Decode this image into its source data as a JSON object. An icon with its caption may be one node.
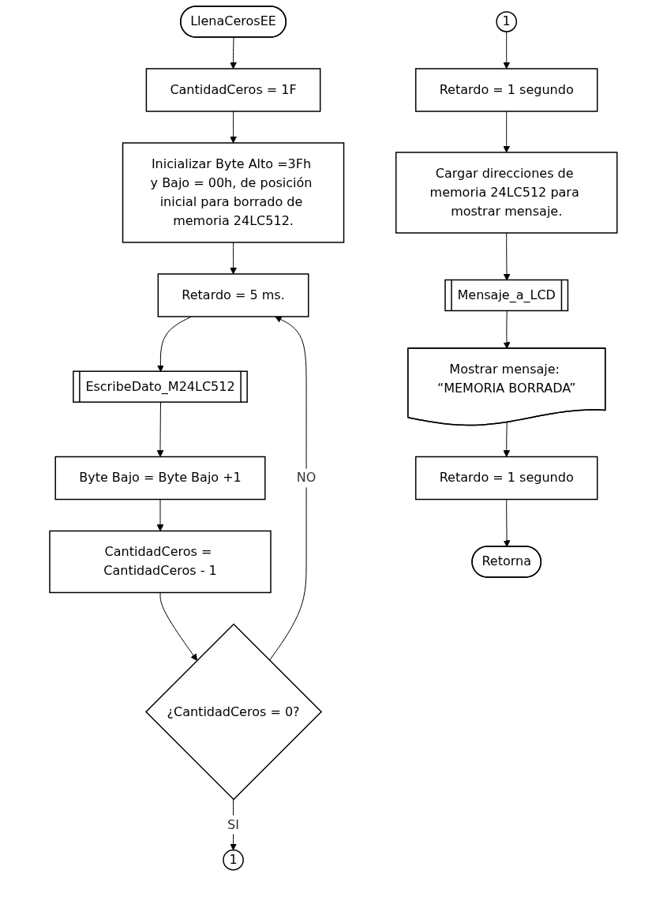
{
  "diagram": {
    "nodes": [
      {
        "text": [
          "LlenaCerosEE"
        ]
      },
      {
        "text": [
          "CantidadCeros = 1F"
        ]
      },
      {
        "text": [
          "Inicializar Byte Alto =3Fh y Bajo = 00h, de posición inicial para borrado de memoria 24LC512."
        ]
      },
      {
        "text": [
          "Retardo = 5 ms."
        ]
      },
      {
        "text": [
          "EscribeDato_M24LC512"
        ]
      },
      {
        "text": [
          "Byte Bajo = Byte Bajo +1"
        ]
      },
      {
        "text": [
          "CantidadCeros = CantidadCeros - 1"
        ]
      },
      {
        "text": [
          "¿CantidadCeros = 0?"
        ]
      },
      {
        "text": [
          "1"
        ]
      },
      {
        "text": [
          "1"
        ]
      },
      {
        "text": [
          "Retardo = 1 segundo"
        ]
      },
      {
        "text": [
          "Cargar direcciones de memoria 24LC512 para mostrar mensaje."
        ]
      },
      {
        "text": [
          "Mensaje_a_LCD"
        ]
      },
      {
        "text": [
          "Mostrar mensaje: “MEMORIA BORRADA”"
        ]
      },
      {
        "text": [
          "Retardo = 1 segundo"
        ]
      },
      {
        "text": [
          "Retorna"
        ]
      }
    ],
    "edges": [
      {
        "from": 0,
        "to": 1,
        "arrow": "to"
      },
      {
        "from": 1,
        "to": 2,
        "arrow": "to"
      },
      {
        "from": 2,
        "to": 3,
        "arrow": "to"
      },
      {
        "from": 3,
        "to": 4,
        "arrow": "to"
      },
      {
        "from": 4,
        "to": 5,
        "arrow": "to"
      },
      {
        "from": 5,
        "to": 6,
        "arrow": "to"
      },
      {
        "from": 6,
        "to": 7,
        "arrow": "to"
      },
      {
        "from": 7,
        "to": 3,
        "arrow": "to",
        "label": "NO"
      },
      {
        "from": 7,
        "to": 8,
        "arrow": "to",
        "label": "SI"
      },
      {
        "from": 9,
        "to": 10,
        "arrow": "to"
      },
      {
        "from": 10,
        "to": 11,
        "arrow": "to"
      },
      {
        "from": 11,
        "to": 12,
        "arrow": "to"
      },
      {
        "from": 12,
        "to": 13,
        "arrow": "to"
      },
      {
        "from": 13,
        "to": 14,
        "arrow": "to"
      },
      {
        "from": 14,
        "to": 15,
        "arrow": "to"
      }
    ]
  }
}
